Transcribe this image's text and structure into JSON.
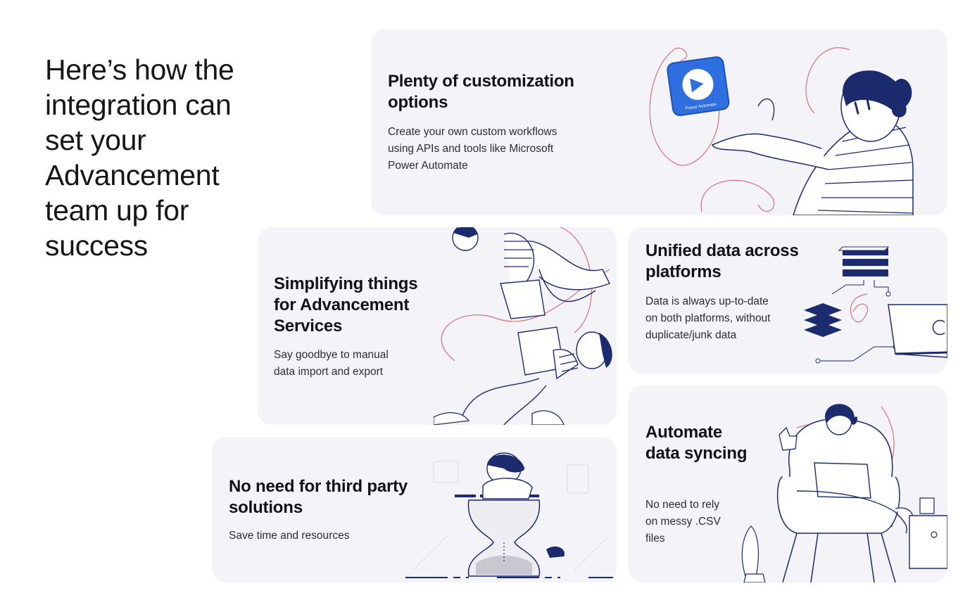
{
  "headline": "Here’s how the integration can set your Advancement team up for success",
  "cards": {
    "customization": {
      "title": "Plenty of customization options",
      "body": "Create your own custom workflows using APIs and tools like Microsoft Power Automate",
      "logo_caption": "Power Automate"
    },
    "simplify": {
      "title": "Simplifying things for Advancement Services",
      "body": "Say goodbye to manual data import and export"
    },
    "unified": {
      "title": "Unified data across platforms",
      "body": "Data is always up-to-date on both platforms, without duplicate/junk data"
    },
    "thirdparty": {
      "title": "No need for third party solutions",
      "body": "Save time and resources"
    },
    "automate": {
      "title": "Automate data syncing",
      "body": "No need to rely on messy .CSV files"
    }
  },
  "colors": {
    "card_bg": "#f4f3f7",
    "navy": "#1c2a6e",
    "accent_pink": "#d9707f",
    "brand_blue": "#2f6fe0"
  },
  "icons": [
    "power-automate-logo",
    "person-illustration",
    "puzzle-illustration",
    "database-stack-icon",
    "hourglass-illustration",
    "chair-laptop-illustration"
  ]
}
